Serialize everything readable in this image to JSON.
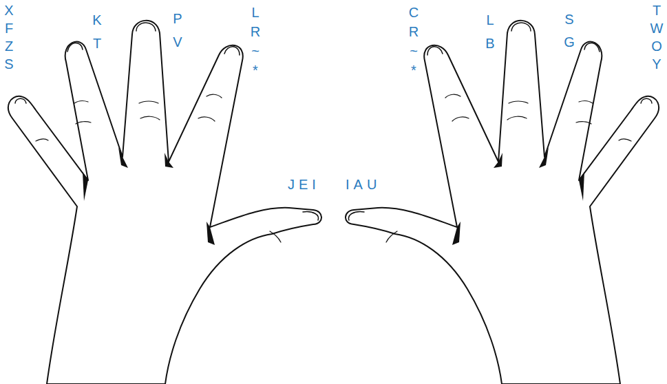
{
  "diagram": {
    "labels": [
      "X F Z S",
      "K T",
      "P V",
      "L R ~ *",
      "JEI",
      "IAU",
      "C R ~ *",
      "L B",
      "S G",
      "T W O Y"
    ]
  }
}
